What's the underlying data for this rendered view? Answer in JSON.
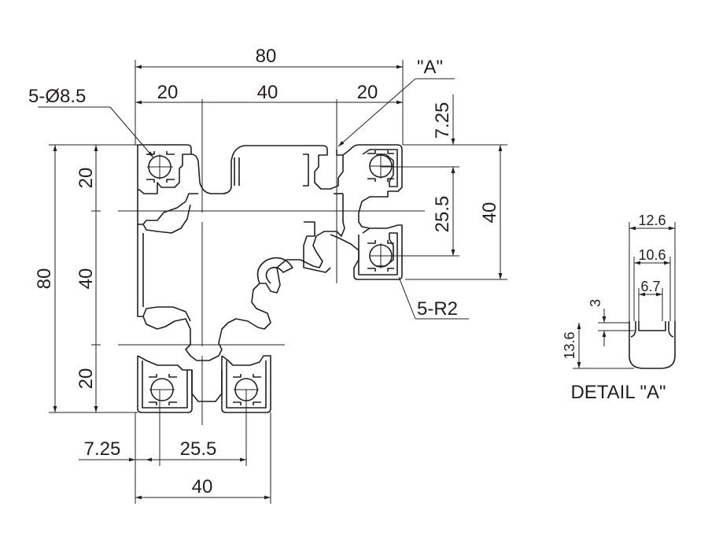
{
  "profile_view": {
    "top_overall": "80",
    "top_left": "20",
    "top_middle": "40",
    "top_right": "20",
    "left_overall": "80",
    "left_top": "20",
    "left_middle": "40",
    "left_bottom": "20",
    "right_top_offset": "7.25",
    "right_hole_pitch": "25.5",
    "right_height": "40",
    "bottom_offset": "7.25",
    "bottom_hole_pitch": "25.5",
    "bottom_width": "40",
    "hole_callout": "5-Ø8.5",
    "radius_callout": "5-R2",
    "detail_callout": "\"A\""
  },
  "detail_view": {
    "title": "DETAIL \"A\"",
    "width_outer": "12.6",
    "width_mid": "10.6",
    "width_inner": "6.7",
    "lip_thickness": "3",
    "slot_depth": "13.6"
  }
}
